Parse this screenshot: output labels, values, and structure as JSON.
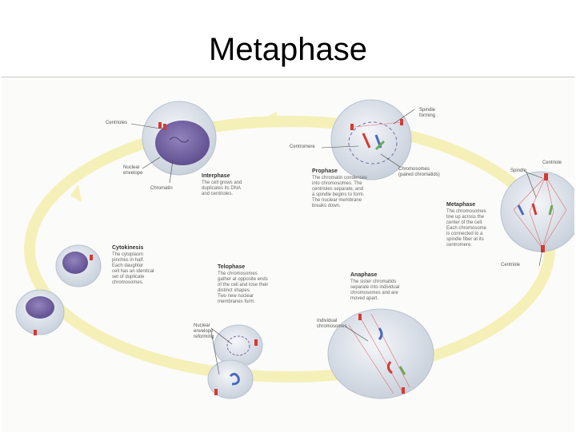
{
  "title": "Metaphase",
  "diagram": {
    "stages": {
      "interphase": {
        "heading": "Interphase",
        "text": "The cell grows and\nduplicates its DNA\nand centrioles."
      },
      "prophase": {
        "heading": "Prophase",
        "text": "The chromatin condenses\ninto chromosomes. The\ncentrioles separate, and\na spindle begins to form.\nThe nuclear membrane\nbreaks down."
      },
      "metaphase": {
        "heading": "Metaphase",
        "text": "The chromosomes\nline up across the\ncenter of the cell.\nEach chromosome\nis connected to a\nspindle fiber at its\ncentromere."
      },
      "anaphase": {
        "heading": "Anaphase",
        "text": "The sister chromatids\nseparate into individual\nchromosomes and are\nmoved apart."
      },
      "telophase": {
        "heading": "Telophase",
        "text": "The chromosomes\ngather at opposite ends\nof the cell and lose their\ndistinct shapes.\nTwo new nuclear\nmembranes form."
      },
      "cytokinesis": {
        "heading": "Cytokinesis",
        "text": "The cytoplasm\npinches in half.\nEach daughter\ncell has an identical\nset of duplicate\nchromosomes."
      }
    },
    "labels": {
      "centrioles": "Centrioles",
      "nuclear_envelope": "Nuclear\nenvelope",
      "chromatin": "Chromatin",
      "spindle_forming": "Spindle\nforming",
      "centromere": "Centromere",
      "chromosomes": "Chromosomes\n(paired chromatids)",
      "spindle": "Spindle",
      "centriole_top": "Centriole",
      "centriole_bottom": "Centriole",
      "individual_chromosomes": "Individual\nchromosomes",
      "nuclear_envelope_reforming": "Nuclear\nenvelope\nreforming"
    },
    "colors": {
      "cycle_arrow": "#f5f0b8",
      "cell": "#dde3ea",
      "nucleus": "#7a6aa6",
      "chromosome_red": "#d63a32",
      "chromosome_blue": "#4a68c0",
      "spindle": "#e06a6a"
    }
  }
}
